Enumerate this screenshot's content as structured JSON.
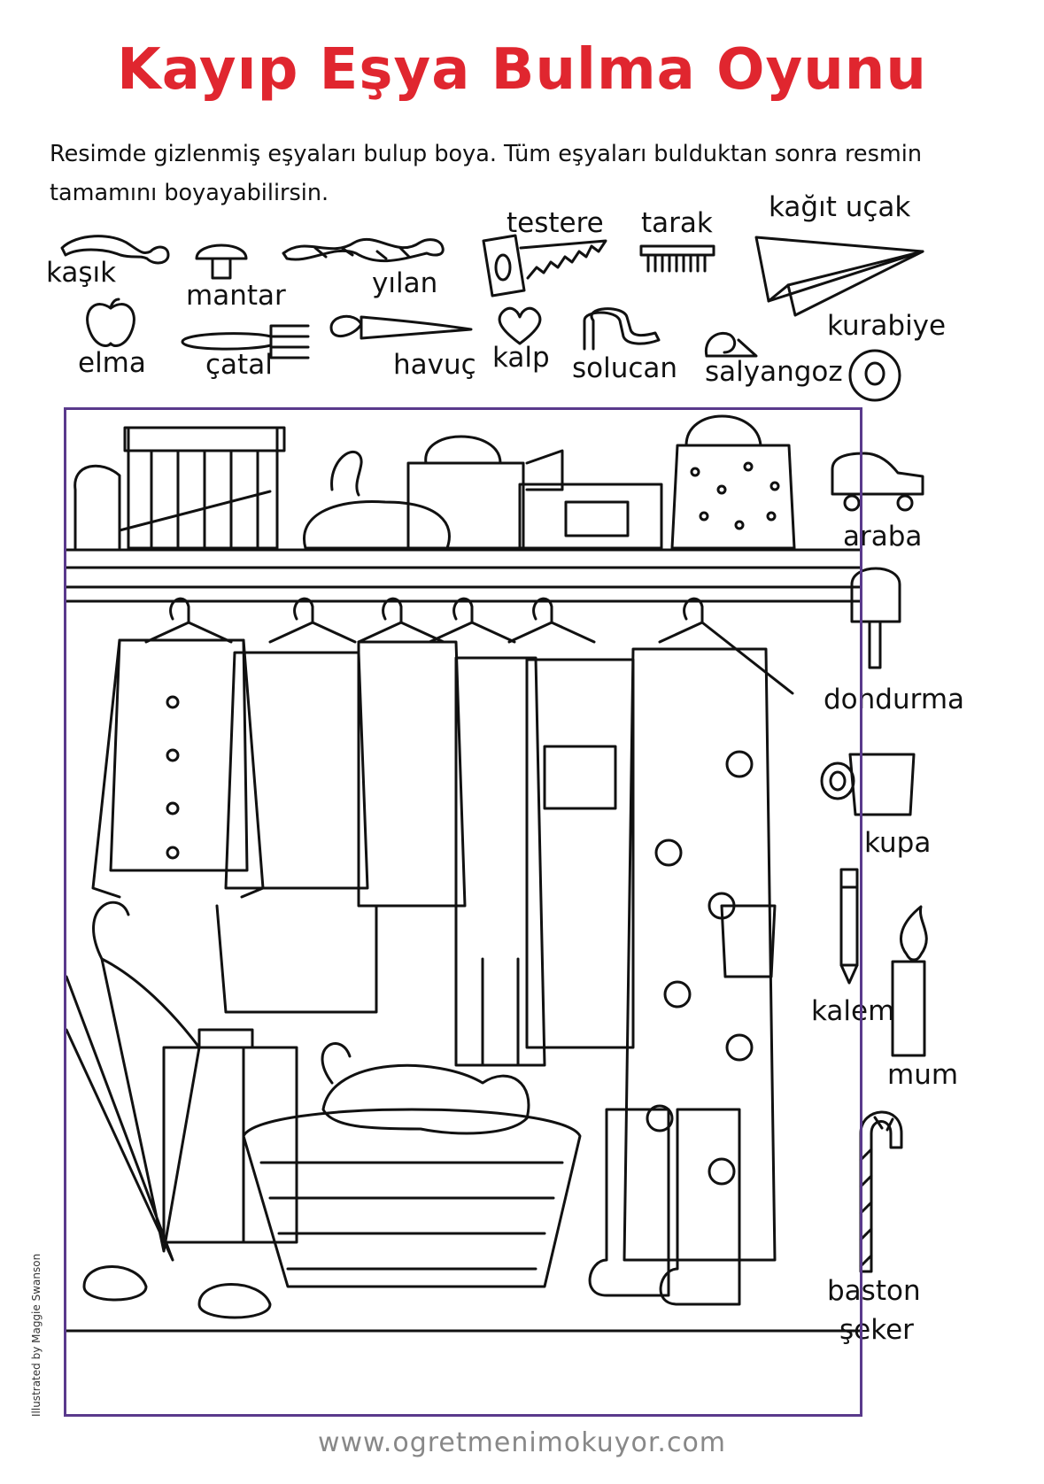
{
  "title": "Kayıp Eşya Bulma Oyunu",
  "instructions": "Resimde gizlenmiş eşyaları bulup boya. Tüm eşyaları bulduktan sonra resmin tamamını boyayabilirsin.",
  "items": {
    "kasik": "kaşık",
    "mantar": "mantar",
    "yilan": "yılan",
    "testere": "testere",
    "tarak": "tarak",
    "kagit_ucak": "kağıt uçak",
    "elma": "elma",
    "catal": "çatal",
    "havuc": "havuç",
    "kalp": "kalp",
    "solucan": "solucan",
    "salyangoz": "salyangoz",
    "kurabiye": "kurabiye",
    "araba": "araba",
    "dondurma": "dondurma",
    "kupa": "kupa",
    "kalem": "kalem",
    "mum": "mum",
    "baston_line1": "baston",
    "baston_line2": "şeker"
  },
  "credit": "Illustrated by Maggie Swanson",
  "website": "www.ogretmenimokuyor.com",
  "colors": {
    "title": "#e0262f",
    "frame": "#5a3a8c",
    "website": "#888888"
  }
}
